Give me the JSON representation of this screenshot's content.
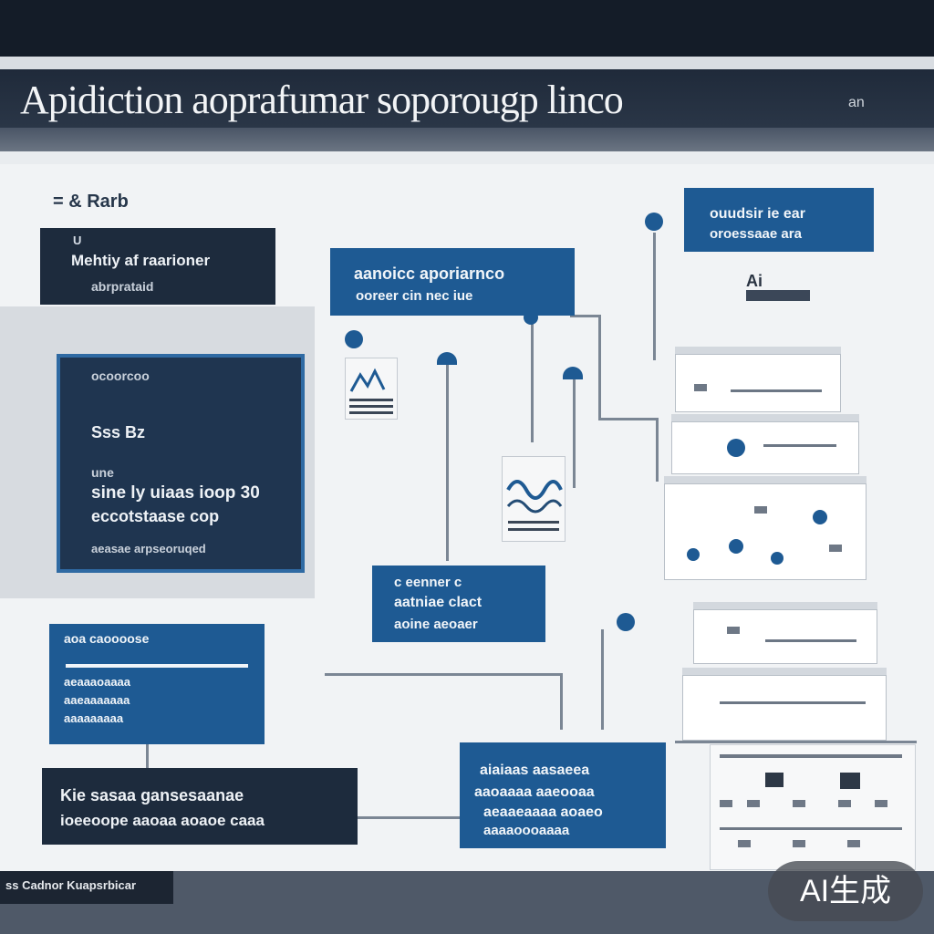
{
  "header": {
    "title": "Apidiction aoprafumar soporougp linco",
    "title_suffix": "an"
  },
  "top_left_caption": "= & Rarb",
  "boxes": {
    "info_top_left": {
      "line1": "U",
      "line2": "Mehtiy af raarioner",
      "line3": "abrprataid"
    },
    "main_card": {
      "heading": "ocoorcoo",
      "line1": "Sss Bz",
      "line2": "une",
      "line3": "sine ly uiaas ioop 30",
      "line4": "eccotstaase cop",
      "line5": "aeasae arpseoruqed"
    },
    "center_top": {
      "line1": "aanoicc aporiarnco",
      "line2": "ooreer cin nec iue"
    },
    "right_top": {
      "line1": "ouudsir ie ear",
      "line2": "oroessaae ara"
    },
    "right_label": "Ai",
    "center_mid": {
      "line1": "c eenner c",
      "line2": "aatniae clact",
      "line3": "aoine aeoaer"
    },
    "left_mid": {
      "line1": "aoa caoooose",
      "line2": "aeaaaoaaaa",
      "line3": "aaeaaaaaaa",
      "line4": "aaaaaaaaa"
    },
    "bottom_left": {
      "line1": "Kie sasaa gansesaanae",
      "line2": "ioeeoope aaoaa aoaoe caaa"
    },
    "bottom_center": {
      "line1": "aiaiaas aasaeea",
      "line2": "aaoaaaa aaeooaa",
      "line3": "aeaaeaaaa aoaeo",
      "line4": "aaaaoooaaaa"
    }
  },
  "footer": {
    "label": "ss Cadnor Kuapsrbicar"
  },
  "badge": {
    "text": "AI生成"
  },
  "colors": {
    "navy": "#1d2b3d",
    "blue": "#1e5a93",
    "background": "#f1f3f5"
  }
}
